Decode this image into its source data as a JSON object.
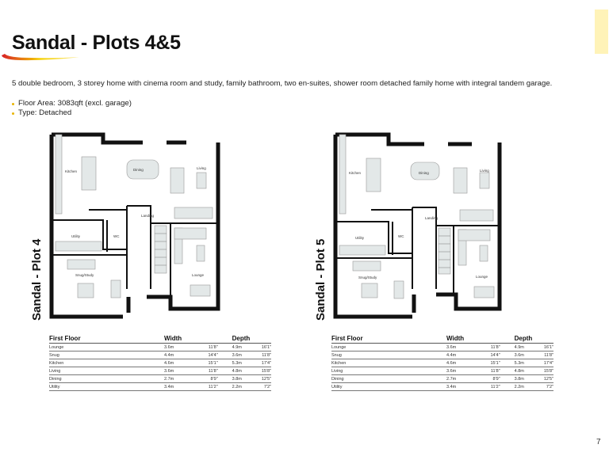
{
  "header": {
    "title": "Sandal - Plots 4&5",
    "accent_color": "#fff3b8",
    "swoosh_colors": [
      "#d81f26",
      "#f5d000"
    ]
  },
  "description": "5 double bedroom, 3 storey home with cinema room and study, family bathroom, two en-suites, shower room detached family home with integral tandem garage.",
  "bullets": [
    {
      "label": "Floor Area:",
      "value": "3083qft (excl. garage)"
    },
    {
      "label": "Type:",
      "value": "Detached"
    }
  ],
  "plans": [
    {
      "label": "Sandal - Plot 4",
      "rooms": [
        "Kitchen",
        "Dining",
        "Living",
        "Landing",
        "Utility",
        "WC",
        "Snug/Study",
        "Lounge"
      ]
    },
    {
      "label": "Sandal - Plot 5",
      "rooms": [
        "Kitchen",
        "Dining",
        "Living",
        "Landing",
        "Utility",
        "WC",
        "Snug/Study",
        "Lounge"
      ]
    }
  ],
  "tables": [
    {
      "headers": [
        "First Floor",
        "Width",
        "Depth"
      ],
      "rows": [
        {
          "room": "Lounge",
          "w_m": "3.6m",
          "w_ft": "11'8\"",
          "d_m": "4.9m",
          "d_ft": "16'1\""
        },
        {
          "room": "Snug",
          "w_m": "4.4m",
          "w_ft": "14'4\"",
          "d_m": "3.6m",
          "d_ft": "11'8\""
        },
        {
          "room": "Kitchen",
          "w_m": "4.6m",
          "w_ft": "15'1\"",
          "d_m": "5.3m",
          "d_ft": "17'4\""
        },
        {
          "room": "Living",
          "w_m": "3.6m",
          "w_ft": "11'8\"",
          "d_m": "4.8m",
          "d_ft": "15'8\""
        },
        {
          "room": "Dining",
          "w_m": "2.7m",
          "w_ft": "8'9\"",
          "d_m": "3.8m",
          "d_ft": "12'5\""
        },
        {
          "room": "Utility",
          "w_m": "3.4m",
          "w_ft": "11'2\"",
          "d_m": "2.2m",
          "d_ft": "7'2\""
        }
      ]
    },
    {
      "headers": [
        "First Floor",
        "Width",
        "Depth"
      ],
      "rows": [
        {
          "room": "Lounge",
          "w_m": "3.6m",
          "w_ft": "11'8\"",
          "d_m": "4.9m",
          "d_ft": "16'1\""
        },
        {
          "room": "Snug",
          "w_m": "4.4m",
          "w_ft": "14'4\"",
          "d_m": "3.6m",
          "d_ft": "11'8\""
        },
        {
          "room": "Kitchen",
          "w_m": "4.6m",
          "w_ft": "15'1\"",
          "d_m": "5.3m",
          "d_ft": "17'4\""
        },
        {
          "room": "Living",
          "w_m": "3.6m",
          "w_ft": "11'8\"",
          "d_m": "4.8m",
          "d_ft": "15'8\""
        },
        {
          "room": "Dining",
          "w_m": "2.7m",
          "w_ft": "8'9\"",
          "d_m": "3.8m",
          "d_ft": "12'5\""
        },
        {
          "room": "Utility",
          "w_m": "3.4m",
          "w_ft": "11'2\"",
          "d_m": "2.2m",
          "d_ft": "7'2\""
        }
      ]
    }
  ],
  "page_number": "7"
}
